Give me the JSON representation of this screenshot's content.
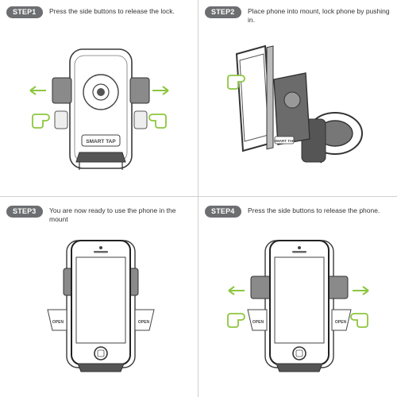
{
  "steps": [
    {
      "badge": "STEP1",
      "text": "Press the side buttons to release the lock."
    },
    {
      "badge": "STEP2",
      "text": "Place phone into mount, lock phone by pushing in."
    },
    {
      "badge": "STEP3",
      "text": "You are now ready to use the phone in the mount"
    },
    {
      "badge": "STEP4",
      "text": "Press the side buttons to release the phone."
    }
  ],
  "labels": {
    "brand": "SMART TAP",
    "brand_small": "SMART TAP",
    "open": "OPEN"
  },
  "colors": {
    "accent_green": "#8dc63f",
    "badge_gray": "#6d6e71",
    "outline": "#3a3a3a",
    "arm_gray": "#8a8a8a"
  }
}
